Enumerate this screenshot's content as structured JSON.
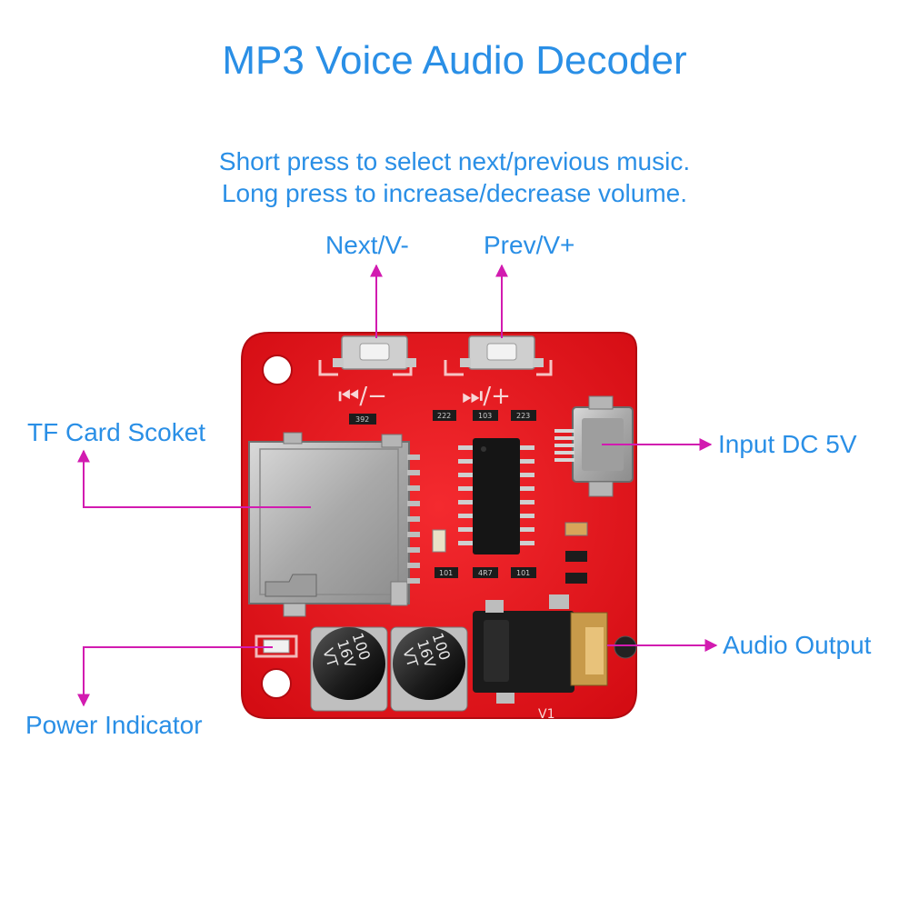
{
  "title": "MP3 Voice Audio Decoder",
  "instructions": [
    "Short press to select next/previous music.",
    "Long press to increase/decrease volume."
  ],
  "labels": {
    "next": "Next/V-",
    "prev": "Prev/V+",
    "tf_card": "TF Card Scoket",
    "input": "Input DC 5V",
    "audio_out": "Audio Output",
    "power": "Power Indicator"
  },
  "board": {
    "silk_prev_symbol": "⏮/−",
    "silk_next_symbol": "⏭/+",
    "resistor_codes": [
      "392",
      "222",
      "103",
      "223",
      "101",
      "4R7",
      "101"
    ],
    "capacitor_1": [
      "100",
      "16V",
      "VT"
    ],
    "capacitor_2": [
      "100",
      "16V",
      "VT"
    ],
    "version": "V1"
  },
  "colors": {
    "label_text": "#2a8fe6",
    "arrow": "#d21bb0",
    "pcb": "#e8131b"
  }
}
